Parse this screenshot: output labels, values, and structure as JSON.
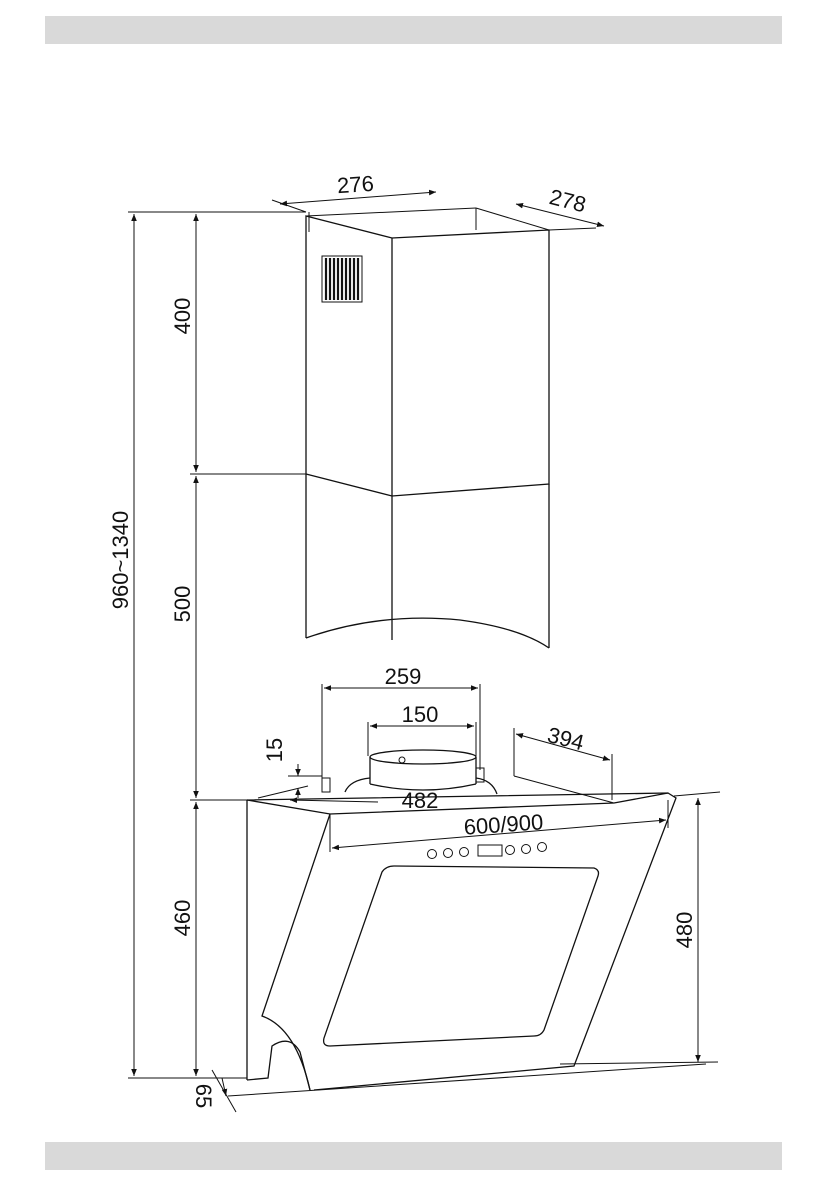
{
  "dimensions": {
    "chimney_width": "276",
    "chimney_depth": "278",
    "upper_chimney_height": "400",
    "lower_chimney_height": "500",
    "total_height": "960~1340",
    "flange_width": "259",
    "duct_diameter": "150",
    "flange_offset": "15",
    "body_depth": "394",
    "top_width": "482",
    "hood_width": "600/900",
    "hood_body_height": "460",
    "hood_front_height": "480",
    "bottom_offset": "65"
  }
}
